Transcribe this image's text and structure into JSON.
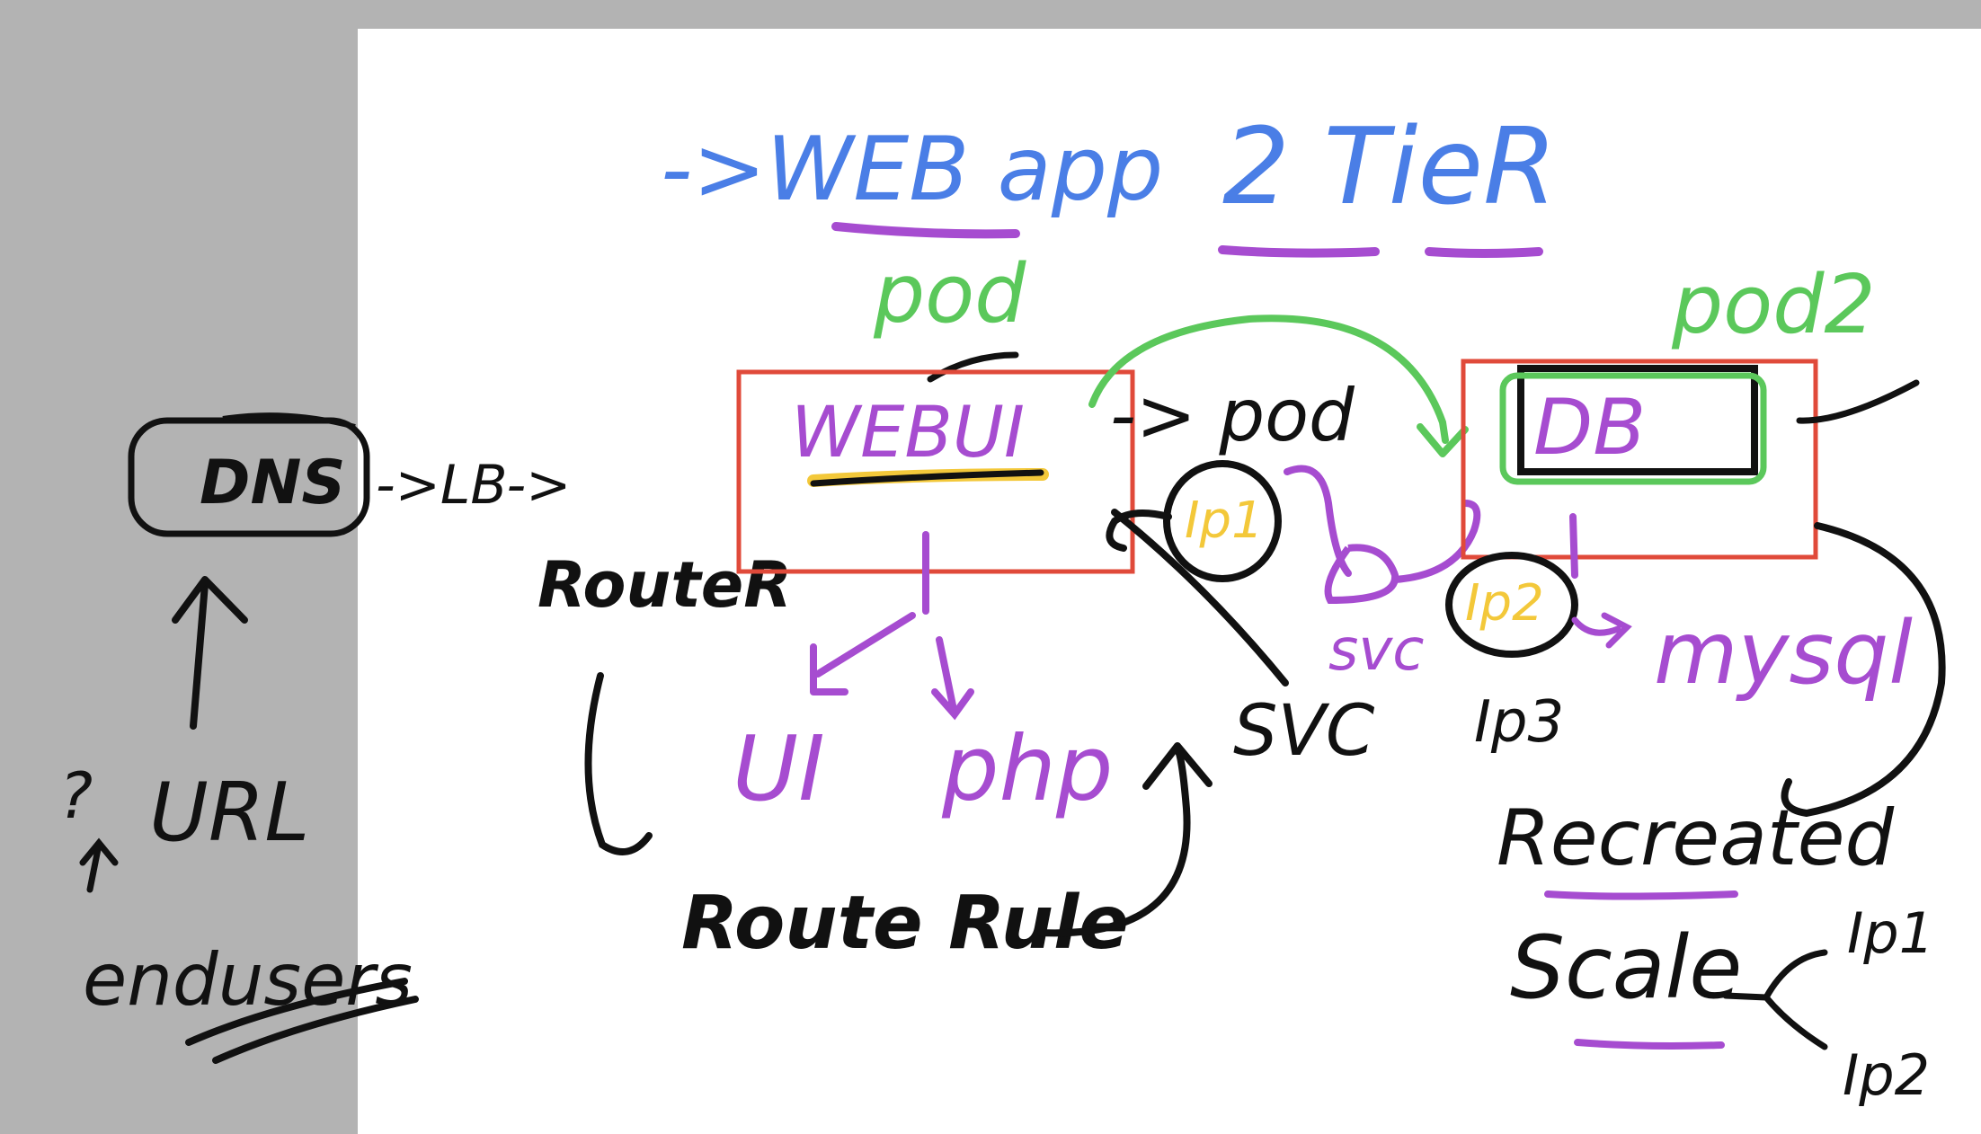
{
  "title": {
    "left": "->WEB app",
    "right": "2 TieR"
  },
  "colors": {
    "blue": "#4a7ee6",
    "purple": "#a64cd0",
    "green": "#5bc85b",
    "black": "#111111",
    "red": "#e04a3a",
    "yellow": "#f3c83a",
    "board": "#ffffff",
    "margin": "#b3b3b3"
  },
  "left": {
    "dns": "DNS",
    "lb": "->LB->",
    "router": "RouteR",
    "url": "URL",
    "endusers": "endusers"
  },
  "pod1": {
    "label": "pod",
    "box_text": "WEBUI",
    "ui": "UI",
    "php": "php",
    "pod_arrow": "-> pod",
    "ip": "Ip1",
    "svc": "SVC"
  },
  "route_rule": "Route Rule",
  "pod2": {
    "label": "pod2",
    "box_text": "DB",
    "svc": "svc",
    "ip": "Ip2",
    "ip3": "Ip3",
    "mysql": "mysql"
  },
  "scaling": {
    "recreated": "Recreated",
    "scale": "Scale",
    "ip1": "Ip1",
    "ip2": "Ip2"
  }
}
